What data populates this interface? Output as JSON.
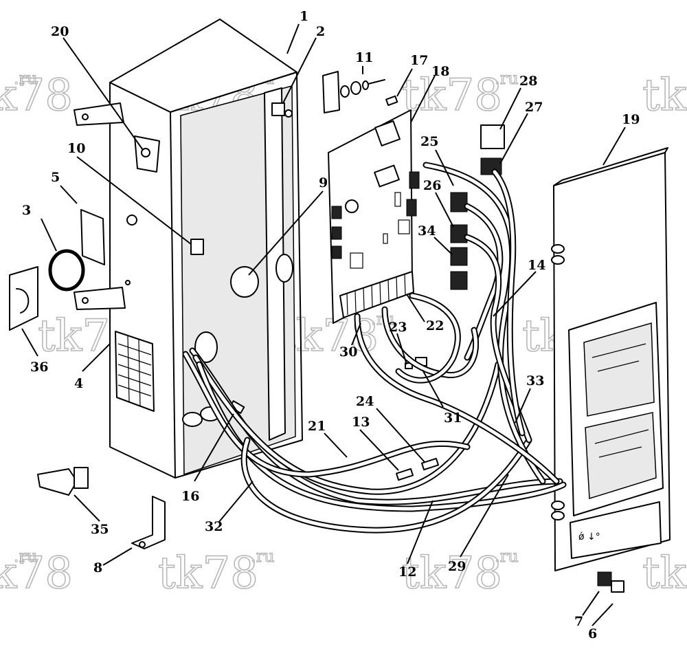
{
  "diagram": {
    "watermark": {
      "main": "tk78",
      "suffix": ".ru"
    },
    "callouts": [
      {
        "id": "1",
        "label": "1"
      },
      {
        "id": "2",
        "label": "2"
      },
      {
        "id": "3",
        "label": "3"
      },
      {
        "id": "4",
        "label": "4"
      },
      {
        "id": "5",
        "label": "5"
      },
      {
        "id": "6",
        "label": "6"
      },
      {
        "id": "7",
        "label": "7"
      },
      {
        "id": "8",
        "label": "8"
      },
      {
        "id": "9",
        "label": "9"
      },
      {
        "id": "10",
        "label": "10"
      },
      {
        "id": "11",
        "label": "11"
      },
      {
        "id": "12",
        "label": "12"
      },
      {
        "id": "13",
        "label": "13"
      },
      {
        "id": "14",
        "label": "14"
      },
      {
        "id": "16",
        "label": "16"
      },
      {
        "id": "17",
        "label": "17"
      },
      {
        "id": "18",
        "label": "18"
      },
      {
        "id": "19",
        "label": "19"
      },
      {
        "id": "20",
        "label": "20"
      },
      {
        "id": "21",
        "label": "21"
      },
      {
        "id": "22",
        "label": "22"
      },
      {
        "id": "23",
        "label": "23"
      },
      {
        "id": "24",
        "label": "24"
      },
      {
        "id": "25",
        "label": "25"
      },
      {
        "id": "26",
        "label": "26"
      },
      {
        "id": "27",
        "label": "27"
      },
      {
        "id": "28",
        "label": "28"
      },
      {
        "id": "29",
        "label": "29"
      },
      {
        "id": "30",
        "label": "30"
      },
      {
        "id": "31",
        "label": "31"
      },
      {
        "id": "32",
        "label": "32"
      },
      {
        "id": "33",
        "label": "33"
      },
      {
        "id": "34",
        "label": "34"
      },
      {
        "id": "35",
        "label": "35"
      },
      {
        "id": "36",
        "label": "36"
      }
    ]
  }
}
